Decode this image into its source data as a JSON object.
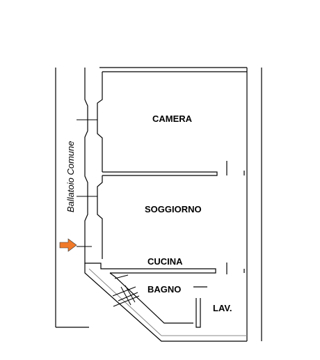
{
  "rooms": {
    "camera": "CAMERA",
    "soggiorno": "SOGGIORNO",
    "cucina": "CUCINA",
    "bagno": "BAGNO",
    "lavanderia": "LAV."
  },
  "corridor": {
    "label": "Ballatoio Comune"
  },
  "colors": {
    "entrance_arrow": "#f07a2a",
    "wall": "#000000"
  },
  "icons": {
    "entrance": "arrow-right-icon"
  }
}
